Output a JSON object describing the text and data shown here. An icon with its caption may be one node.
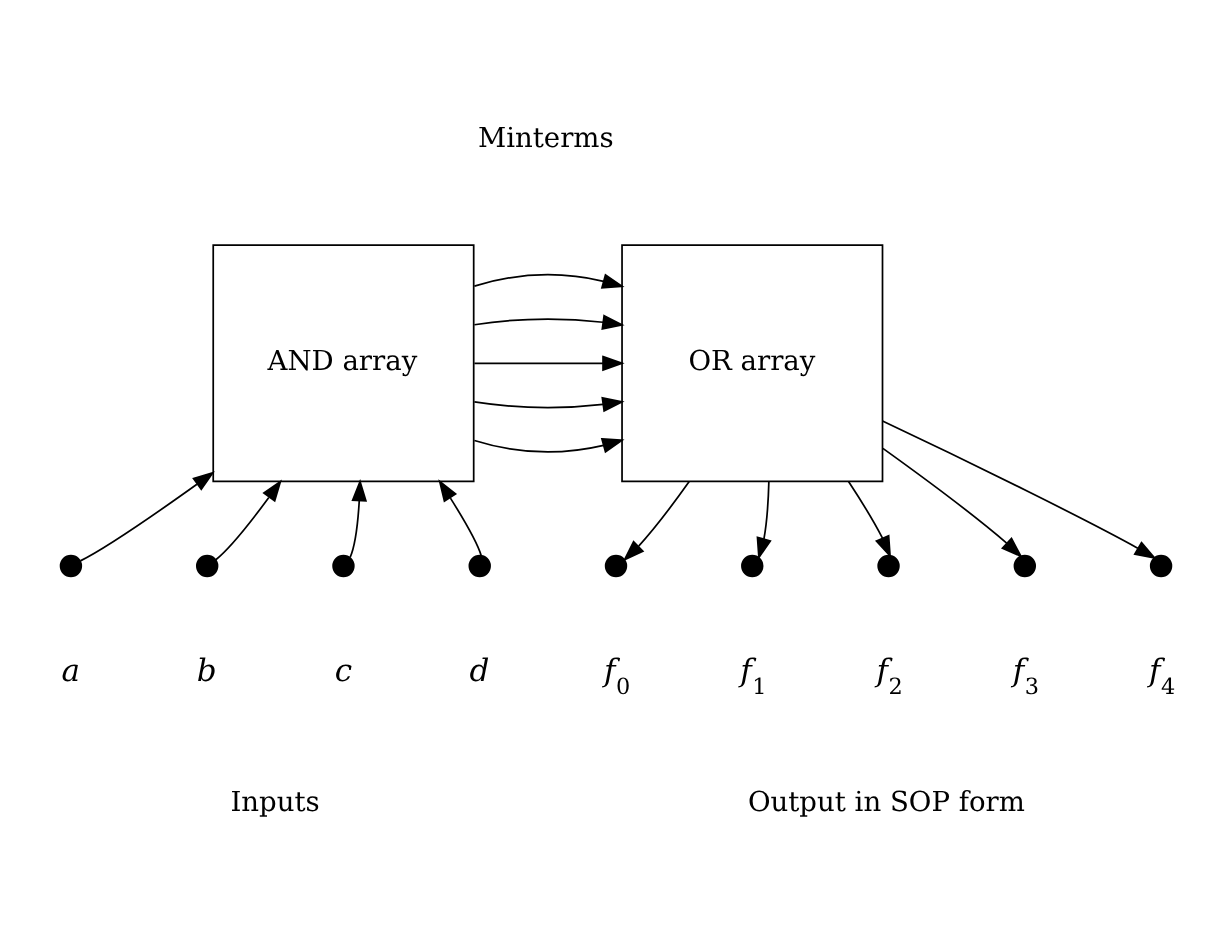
{
  "diagram": {
    "nodes": [
      {
        "text": [
          "AND array"
        ]
      },
      {
        "text": [
          "OR array"
        ]
      },
      {
        "text": [],
        "shape": "circle",
        "beside": [
          "*a*"
        ]
      },
      {
        "text": [],
        "shape": "circle",
        "beside": [
          "*b*"
        ]
      },
      {
        "text": [],
        "shape": "circle",
        "beside": [
          "*c*"
        ]
      },
      {
        "text": [],
        "shape": "circle",
        "beside": [
          "*d*"
        ]
      },
      {
        "text": [],
        "shape": "circle",
        "beside": [
          "*f*$_{0}$"
        ]
      },
      {
        "text": [],
        "shape": "circle",
        "beside": [
          "*f*$_{1}$"
        ]
      },
      {
        "text": [],
        "shape": "circle",
        "beside": [
          "*f*$_{2}$"
        ]
      },
      {
        "text": [],
        "shape": "circle",
        "beside": [
          "*f*$_{3}$"
        ]
      },
      {
        "text": [],
        "shape": "circle",
        "beside": [
          "*f*$_{4}$"
        ]
      }
    ],
    "edges": [
      {
        "from": 0,
        "to": 1,
        "arrow": "to"
      },
      {
        "from": 0,
        "to": 1,
        "arrow": "to"
      },
      {
        "from": 0,
        "to": 1,
        "arrow": "to"
      },
      {
        "from": 0,
        "to": 1,
        "arrow": "to"
      },
      {
        "from": 0,
        "to": 1,
        "arrow": "to"
      },
      {
        "from": 2,
        "to": 0,
        "arrow": "to"
      },
      {
        "from": 3,
        "to": 0,
        "arrow": "to"
      },
      {
        "from": 4,
        "to": 0,
        "arrow": "to"
      },
      {
        "from": 5,
        "to": 0,
        "arrow": "to"
      },
      {
        "from": 1,
        "to": 6,
        "arrow": "to"
      },
      {
        "from": 1,
        "to": 7,
        "arrow": "to"
      },
      {
        "from": 1,
        "to": 8,
        "arrow": "to"
      },
      {
        "from": 1,
        "to": 9,
        "arrow": "to"
      },
      {
        "from": 1,
        "to": 10,
        "arrow": "to"
      }
    ],
    "labels": [
      "Minterms",
      "Inputs",
      "Output in SOP form"
    ]
  }
}
